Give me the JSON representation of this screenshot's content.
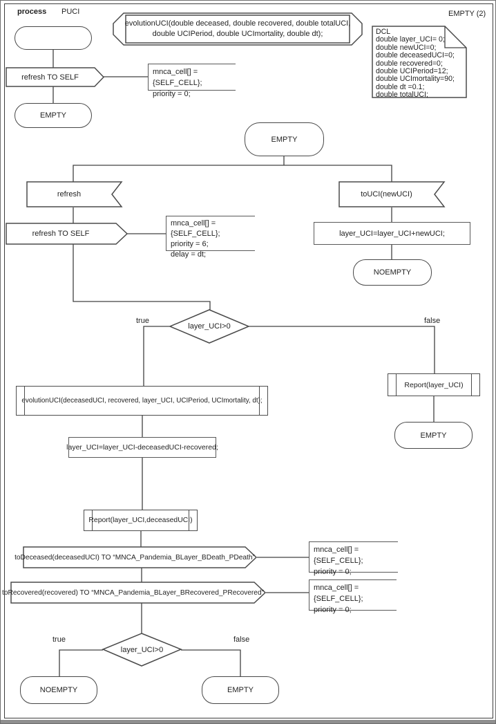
{
  "diagram": {
    "header": {
      "process_label": "process",
      "process_name": "PUCI",
      "page_label": "EMPTY (2)"
    },
    "declaration": {
      "text": "evolutionUCI(double deceased, double recovered, double totalUCI,\ndouble UCIPeriod, double UCImortality, double dt);"
    },
    "dcl_note": {
      "text": "DCL\ndouble layer_UCI= 0;\ndouble newUCI=0;\ndouble deceasedUCI=0;\ndouble recovered=0;\ndouble UCIPeriod=12;\ndouble UCImortality=90;\ndouble dt =0.1;\ndouble totalUCI;"
    },
    "start_flow": {
      "output_refresh": "refresh TO SELF",
      "comment": "mnca_cell[] = {SELF_CELL};\npriority = 0;",
      "next_state": "EMPTY"
    },
    "empty_page": {
      "state": "EMPTY",
      "left_branch": {
        "input": "refresh",
        "output": "refresh TO SELF",
        "comment": "mnca_cell[] = {SELF_CELL};\npriority = 6;\ndelay = dt;"
      },
      "right_branch": {
        "input": "toUCI(newUCI)",
        "task": "layer_UCI=layer_UCI+newUCI;",
        "next_state": "NOEMPTY"
      },
      "decision1": {
        "condition": "layer_UCI>0",
        "true_label": "true",
        "false_label": "false"
      },
      "false_branch": {
        "procedure": "Report(layer_UCI)",
        "next_state": "EMPTY"
      },
      "true_branch": {
        "procedure_evolution": "evolutionUCI(deceasedUCI, recovered, layer_UCI, UCIPeriod, UCImortality, dt);",
        "task": "layer_UCI=layer_UCI-deceasedUCI-recovered;",
        "procedure_report": "Report(layer_UCI,deceasedUCI)",
        "output_deceased": "toDeceased(deceasedUCI) TO “MNCA_Pandemia_BLayer_BDeath_PDeath”",
        "comment_deceased": "mnca_cell[] = {SELF_CELL};\npriority = 0;",
        "output_recovered": "toRecovered(recovered) TO “MNCA_Pandemia_BLayer_BRecovered_PRecovered”",
        "comment_recovered": "mnca_cell[] = {SELF_CELL};\npriority = 0;",
        "decision2": {
          "condition": "layer_UCI>0",
          "true_label": "true",
          "false_label": "false"
        },
        "true_state": "NOEMPTY",
        "false_state": "EMPTY"
      }
    },
    "colors": {
      "ink": "#1f1f1f",
      "shape_stroke": "#4a4a4a",
      "background": "#ffffff"
    }
  }
}
